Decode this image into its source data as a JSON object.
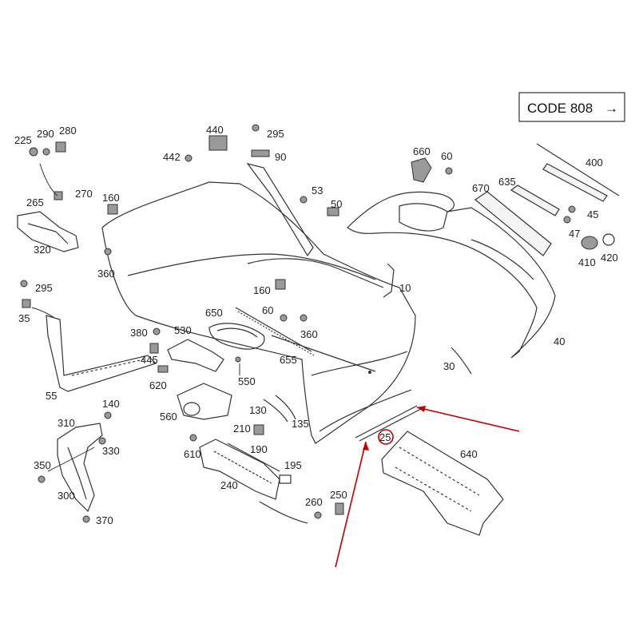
{
  "code_box": {
    "text": "CODE 808",
    "arrow": "→"
  },
  "highlight": {
    "label": "25",
    "color": "#c00000"
  },
  "labels": {
    "p10": "10",
    "p25": "25",
    "p30": "30",
    "p35": "35",
    "p40": "40",
    "p45": "45",
    "p47": "47",
    "p50": "50",
    "p53": "53",
    "p55": "55",
    "p60a": "60",
    "p60b": "60",
    "p90": "90",
    "p130": "130",
    "p135": "135",
    "p140": "140",
    "p160a": "160",
    "p160b": "160",
    "p190": "190",
    "p195": "195",
    "p210": "210",
    "p225": "225",
    "p240": "240",
    "p250": "250",
    "p260": "260",
    "p265": "265",
    "p270": "270",
    "p280": "280",
    "p290": "290",
    "p295a": "295",
    "p295b": "295",
    "p300": "300",
    "p310": "310",
    "p320": "320",
    "p330": "330",
    "p350": "350",
    "p360a": "360",
    "p360b": "360",
    "p370": "370",
    "p380": "380",
    "p400": "400",
    "p410": "410",
    "p420": "420",
    "p440": "440",
    "p442": "442",
    "p445": "445",
    "p530": "530",
    "p550": "550",
    "p560": "560",
    "p610": "610",
    "p620": "620",
    "p635": "635",
    "p640": "640",
    "p650": "650",
    "p655": "655",
    "p660": "660",
    "p670": "670"
  },
  "colors": {
    "line": "#333333",
    "accent": "#c00000"
  }
}
